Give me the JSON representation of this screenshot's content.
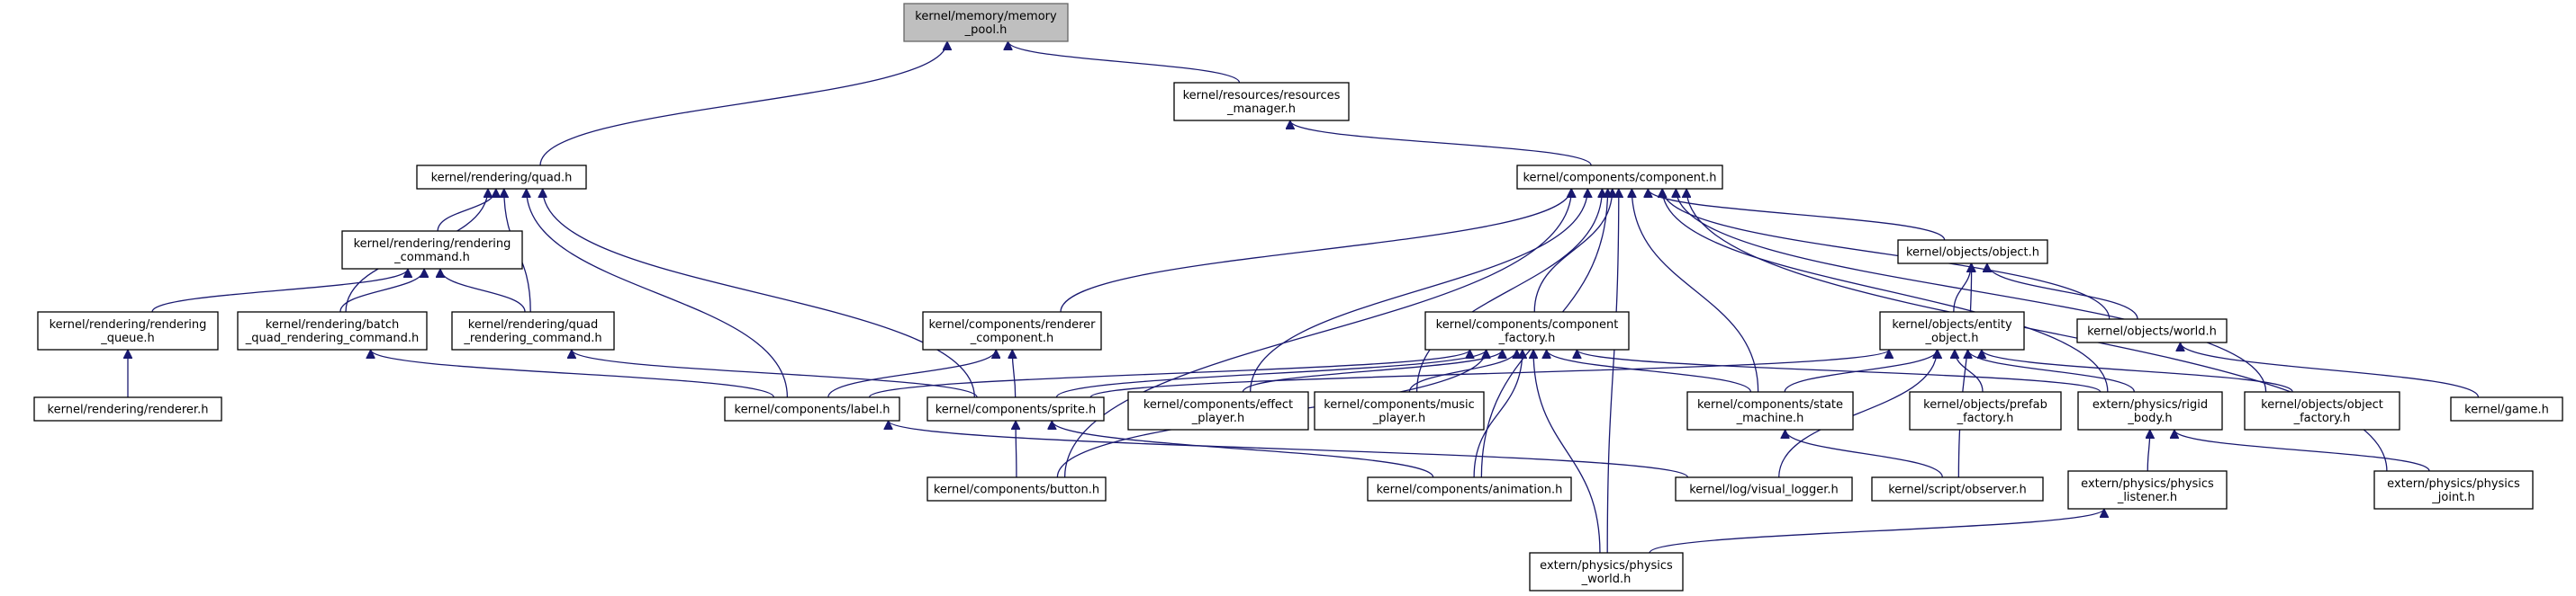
{
  "graph": {
    "highlight_node": "memory_pool",
    "nodes": [
      {
        "id": "memory_pool",
        "lines": [
          "kernel/memory/memory",
          "_pool.h"
        ]
      },
      {
        "id": "resources_manager",
        "lines": [
          "kernel/resources/resources",
          "_manager.h"
        ]
      },
      {
        "id": "quad",
        "lines": [
          "kernel/rendering/quad.h"
        ]
      },
      {
        "id": "component",
        "lines": [
          "kernel/components/component.h"
        ]
      },
      {
        "id": "rendering_command",
        "lines": [
          "kernel/rendering/rendering",
          "_command.h"
        ]
      },
      {
        "id": "object",
        "lines": [
          "kernel/objects/object.h"
        ]
      },
      {
        "id": "rendering_queue",
        "lines": [
          "kernel/rendering/rendering",
          "_queue.h"
        ]
      },
      {
        "id": "batch_quad",
        "lines": [
          "kernel/rendering/batch",
          "_quad_rendering_command.h"
        ]
      },
      {
        "id": "quad_rendering_command",
        "lines": [
          "kernel/rendering/quad",
          "_rendering_command.h"
        ]
      },
      {
        "id": "renderer_component",
        "lines": [
          "kernel/components/renderer",
          "_component.h"
        ]
      },
      {
        "id": "component_factory",
        "lines": [
          "kernel/components/component",
          "_factory.h"
        ]
      },
      {
        "id": "entity_object",
        "lines": [
          "kernel/objects/entity",
          "_object.h"
        ]
      },
      {
        "id": "world",
        "lines": [
          "kernel/objects/world.h"
        ]
      },
      {
        "id": "renderer",
        "lines": [
          "kernel/rendering/renderer.h"
        ]
      },
      {
        "id": "label",
        "lines": [
          "kernel/components/label.h"
        ]
      },
      {
        "id": "sprite",
        "lines": [
          "kernel/components/sprite.h"
        ]
      },
      {
        "id": "effect_player",
        "lines": [
          "kernel/components/effect",
          "_player.h"
        ]
      },
      {
        "id": "music_player",
        "lines": [
          "kernel/components/music",
          "_player.h"
        ]
      },
      {
        "id": "state_machine",
        "lines": [
          "kernel/components/state",
          "_machine.h"
        ]
      },
      {
        "id": "prefab_factory",
        "lines": [
          "kernel/objects/prefab",
          "_factory.h"
        ]
      },
      {
        "id": "rigid_body",
        "lines": [
          "extern/physics/rigid",
          "_body.h"
        ]
      },
      {
        "id": "object_factory",
        "lines": [
          "kernel/objects/object",
          "_factory.h"
        ]
      },
      {
        "id": "game",
        "lines": [
          "kernel/game.h"
        ]
      },
      {
        "id": "button",
        "lines": [
          "kernel/components/button.h"
        ]
      },
      {
        "id": "animation",
        "lines": [
          "kernel/components/animation.h"
        ]
      },
      {
        "id": "visual_logger",
        "lines": [
          "kernel/log/visual_logger.h"
        ]
      },
      {
        "id": "observer",
        "lines": [
          "kernel/script/observer.h"
        ]
      },
      {
        "id": "physics_listener",
        "lines": [
          "extern/physics/physics",
          "_listener.h"
        ]
      },
      {
        "id": "physics_joint",
        "lines": [
          "extern/physics/physics",
          "_joint.h"
        ]
      },
      {
        "id": "physics_world",
        "lines": [
          "extern/physics/physics",
          "_world.h"
        ]
      }
    ],
    "edges": [
      [
        "quad",
        "memory_pool"
      ],
      [
        "resources_manager",
        "memory_pool"
      ],
      [
        "component",
        "resources_manager"
      ],
      [
        "rendering_command",
        "quad"
      ],
      [
        "batch_quad",
        "quad"
      ],
      [
        "quad_rendering_command",
        "quad"
      ],
      [
        "label",
        "quad"
      ],
      [
        "sprite",
        "quad"
      ],
      [
        "rendering_queue",
        "rendering_command"
      ],
      [
        "batch_quad",
        "rendering_command"
      ],
      [
        "quad_rendering_command",
        "rendering_command"
      ],
      [
        "renderer",
        "rendering_queue"
      ],
      [
        "label",
        "batch_quad"
      ],
      [
        "sprite",
        "quad_rendering_command"
      ],
      [
        "renderer_component",
        "component"
      ],
      [
        "component_factory",
        "component"
      ],
      [
        "object",
        "component"
      ],
      [
        "world",
        "component"
      ],
      [
        "button",
        "component"
      ],
      [
        "physics_world",
        "component"
      ],
      [
        "effect_player",
        "component"
      ],
      [
        "music_player",
        "component"
      ],
      [
        "animation",
        "component"
      ],
      [
        "state_machine",
        "component"
      ],
      [
        "rigid_body",
        "component"
      ],
      [
        "object_factory",
        "component"
      ],
      [
        "physics_joint",
        "component"
      ],
      [
        "label",
        "renderer_component"
      ],
      [
        "sprite",
        "renderer_component"
      ],
      [
        "label",
        "component_factory"
      ],
      [
        "sprite",
        "component_factory"
      ],
      [
        "effect_player",
        "component_factory"
      ],
      [
        "music_player",
        "component_factory"
      ],
      [
        "state_machine",
        "component_factory"
      ],
      [
        "rigid_body",
        "component_factory"
      ],
      [
        "button",
        "component_factory"
      ],
      [
        "animation",
        "component_factory"
      ],
      [
        "physics_world",
        "component_factory"
      ],
      [
        "entity_object",
        "object"
      ],
      [
        "world",
        "object"
      ],
      [
        "observer",
        "object"
      ],
      [
        "sprite",
        "entity_object"
      ],
      [
        "state_machine",
        "entity_object"
      ],
      [
        "prefab_factory",
        "entity_object"
      ],
      [
        "rigid_body",
        "entity_object"
      ],
      [
        "object_factory",
        "entity_object"
      ],
      [
        "visual_logger",
        "entity_object"
      ],
      [
        "game",
        "world"
      ],
      [
        "visual_logger",
        "label"
      ],
      [
        "button",
        "sprite"
      ],
      [
        "animation",
        "sprite"
      ],
      [
        "observer",
        "state_machine"
      ],
      [
        "physics_listener",
        "rigid_body"
      ],
      [
        "physics_joint",
        "rigid_body"
      ],
      [
        "physics_world",
        "physics_listener"
      ]
    ]
  }
}
